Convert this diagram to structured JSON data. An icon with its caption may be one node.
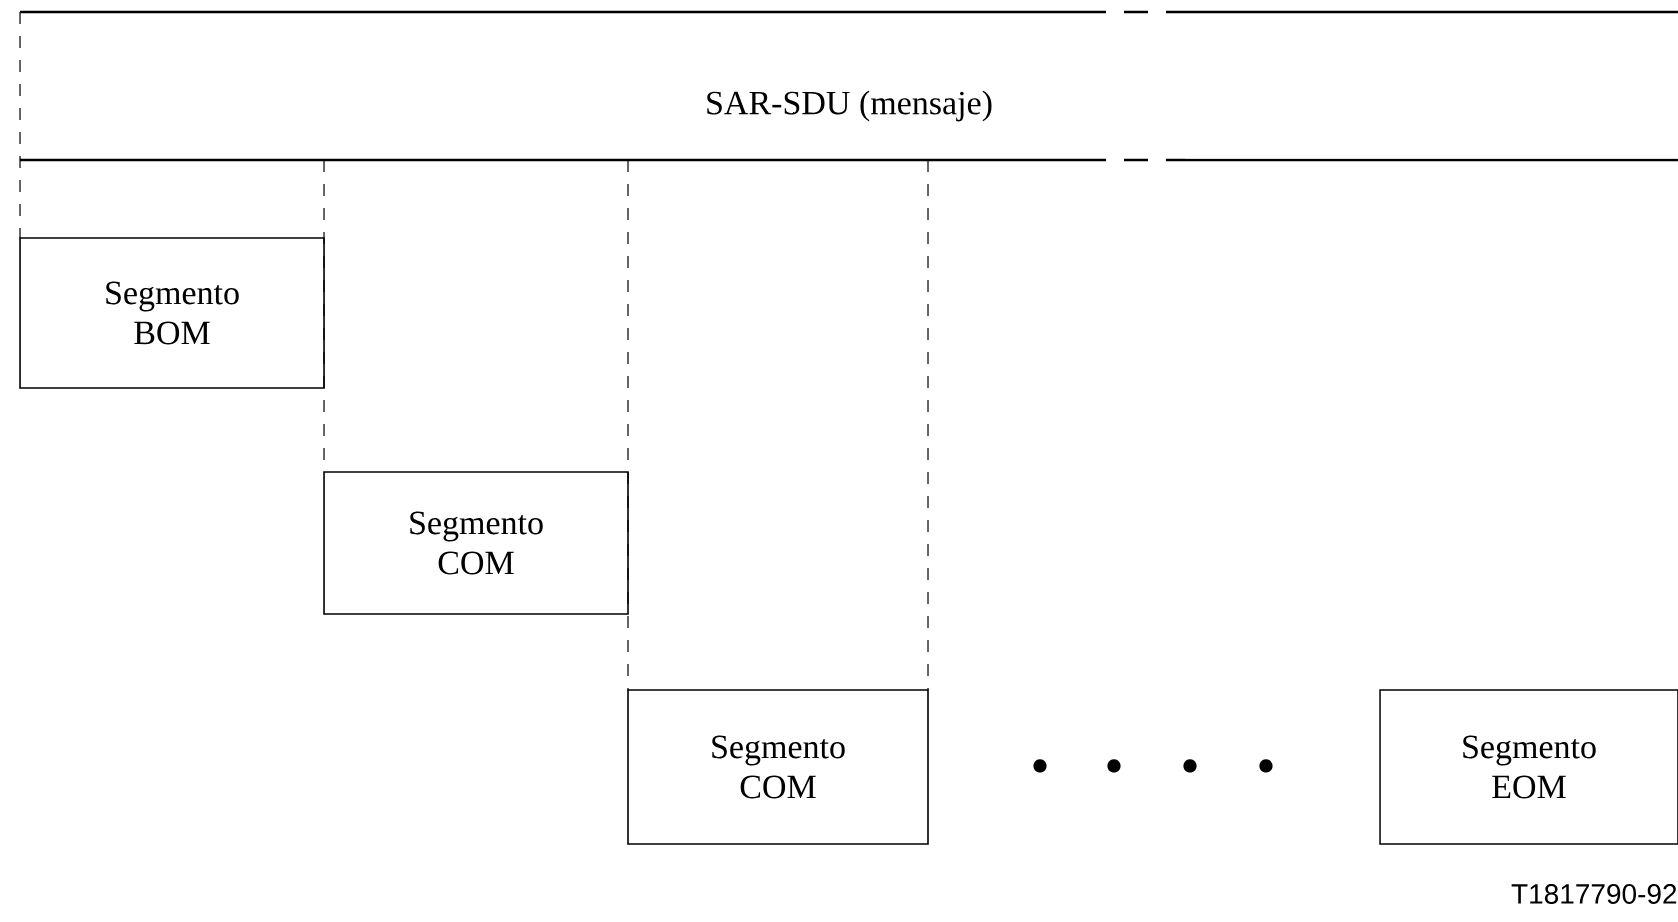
{
  "diagram": {
    "nodes": [
      {
        "text": [
          "SAR-SDU (mensaje)"
        ]
      },
      {
        "text": [
          "Segmento BOM"
        ]
      },
      {
        "text": [
          "Segmento COM"
        ]
      },
      {
        "text": [
          "Segmento COM"
        ]
      },
      {
        "text": [
          "Segmento EOM"
        ]
      }
    ],
    "labels": [
      "T1817790-92"
    ]
  }
}
